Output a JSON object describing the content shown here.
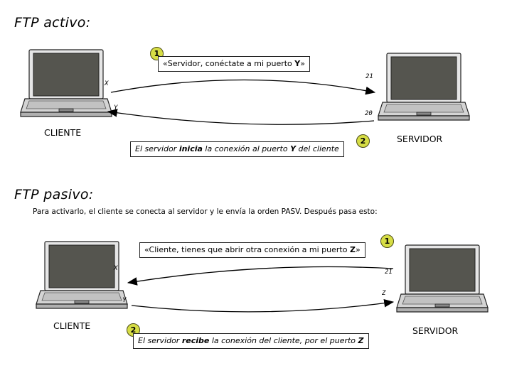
{
  "active": {
    "title": "FTP activo:",
    "client_label": "CLIENTE",
    "server_label": "SERVIDOR",
    "ports": {
      "client_out": "X",
      "client_in": "Y",
      "server_in": "21",
      "server_out": "20"
    },
    "step1": {
      "number": "1",
      "pre": "«Servidor, conéctate a mi puerto ",
      "key": "Y",
      "post": "»"
    },
    "step2": {
      "number": "2",
      "pre": "El servidor ",
      "key1": "inicia",
      "mid": " la conexión al puerto ",
      "key2": "Y",
      "post": " del cliente"
    }
  },
  "passive": {
    "title": "FTP pasivo:",
    "subtitle": "Para activarlo, el cliente se conecta al servidor y le envía la orden PASV. Después pasa esto:",
    "client_label": "CLIENTE",
    "server_label": "SERVIDOR",
    "ports": {
      "client_in": "X",
      "client_out": "Y",
      "server_out": "21",
      "server_in": "Z"
    },
    "step1": {
      "number": "1",
      "pre": "«Cliente, tienes que abrir otra conexión a mi puerto ",
      "key": "Z",
      "post": "»"
    },
    "step2": {
      "number": "2",
      "pre": "El servidor ",
      "key1": "recibe",
      "mid": " la conexión del cliente, por el puerto ",
      "key2": "Z",
      "post": ""
    }
  },
  "colors": {
    "badge": "#d6dd45",
    "screen": "#55554f",
    "body": "#d4d4d4"
  },
  "icons": [
    "laptop-icon",
    "arrow-icon",
    "step-badge-icon"
  ]
}
